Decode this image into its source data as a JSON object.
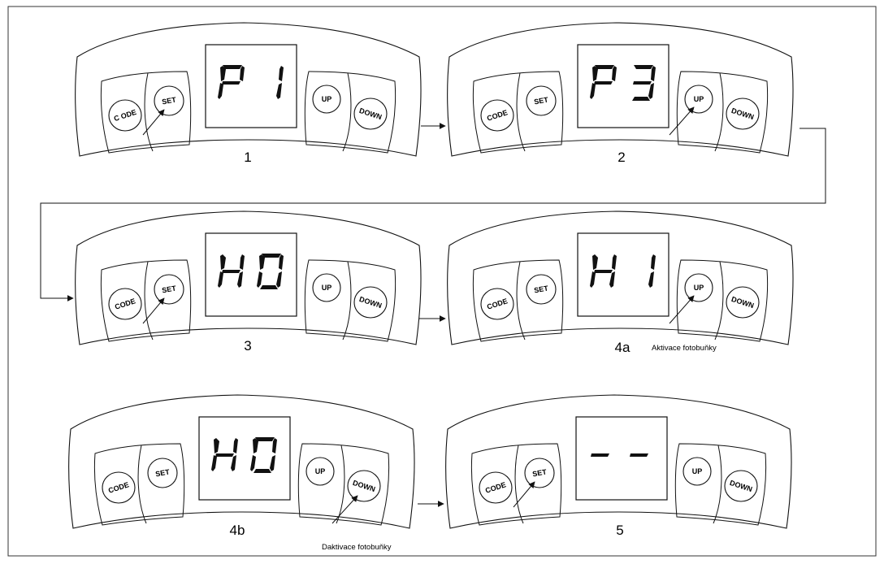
{
  "panels": [
    {
      "id": "1",
      "label": "1",
      "display": "P 1",
      "buttons": {
        "code": "C ODE",
        "set": "SET",
        "up": "UP",
        "down": "DOWN"
      },
      "pressed": "set",
      "caption": ""
    },
    {
      "id": "2",
      "label": "2",
      "display": "P 3",
      "buttons": {
        "code": "CODE",
        "set": "SET",
        "up": "UP",
        "down": "DOWN"
      },
      "pressed": "up",
      "caption": ""
    },
    {
      "id": "3",
      "label": "3",
      "display": "H 0",
      "buttons": {
        "code": "CODE",
        "set": "SET",
        "up": "UP",
        "down": "DOWN"
      },
      "pressed": "set",
      "caption": ""
    },
    {
      "id": "4a",
      "label": "4a",
      "display": "H 1",
      "buttons": {
        "code": "CODE",
        "set": "SET",
        "up": "UP",
        "down": "DOWN"
      },
      "pressed": "up",
      "caption": "Aktivace fotobuňky"
    },
    {
      "id": "4b",
      "label": "4b",
      "display": "H 0",
      "buttons": {
        "code": "CODE",
        "set": "SET",
        "up": "UP",
        "down": "DOWN"
      },
      "pressed": "down",
      "caption": "Daktivace fotobuňky"
    },
    {
      "id": "5",
      "label": "5",
      "display": "- -",
      "buttons": {
        "code": "CODE",
        "set": "SET",
        "up": "UP",
        "down": "DOWN"
      },
      "pressed": "set",
      "caption": ""
    }
  ],
  "colors": {
    "line": "#111111",
    "background": "#ffffff",
    "frame": "#333333"
  }
}
